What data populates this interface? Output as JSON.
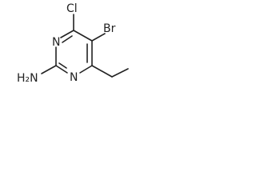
{
  "molecule": {
    "atoms": {
      "chlorine": "Cl",
      "bromine": "Br",
      "nitrogen_upper": "N",
      "nitrogen_lower": "N",
      "amine": "H₂N"
    }
  }
}
